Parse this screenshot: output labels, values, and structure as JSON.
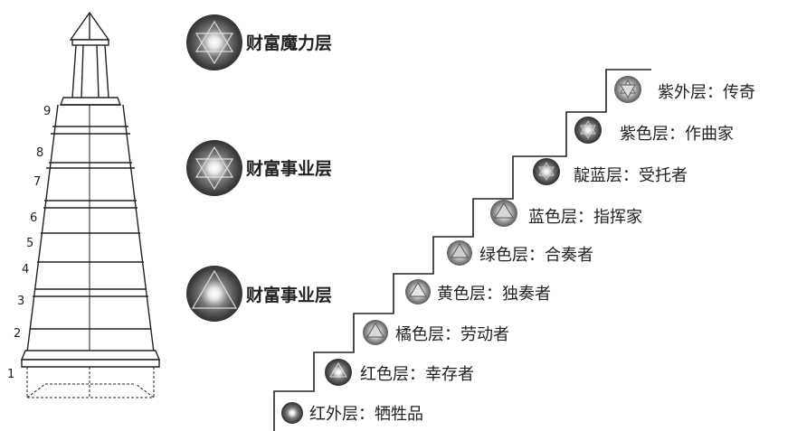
{
  "tower": {
    "floor_numbers": [
      "1",
      "2",
      "3",
      "4",
      "5",
      "6",
      "7",
      "8",
      "9"
    ]
  },
  "wealth_layers": [
    {
      "label": "财富魔力层",
      "icon": "star-of-david-icon"
    },
    {
      "label": "财富事业层",
      "icon": "star-of-david-icon"
    },
    {
      "label": "财富事业层",
      "icon": "triangle-icon"
    }
  ],
  "stairs": [
    {
      "label": "红外层：牺牲品",
      "icon": "circle-icon"
    },
    {
      "label": "红色层：幸存者",
      "icon": "triangle-icon"
    },
    {
      "label": "橘色层：劳动者",
      "icon": "triangle-icon"
    },
    {
      "label": "黄色层：独奏者",
      "icon": "triangle-icon"
    },
    {
      "label": "绿色层：合奏者",
      "icon": "triangle-icon"
    },
    {
      "label": "蓝色层：指挥家",
      "icon": "triangle-icon"
    },
    {
      "label": "靛蓝层：受托者",
      "icon": "star-of-david-icon"
    },
    {
      "label": "紫色层：作曲家",
      "icon": "star-of-david-icon"
    },
    {
      "label": "紫外层：传奇",
      "icon": "star-of-david-icon"
    }
  ]
}
